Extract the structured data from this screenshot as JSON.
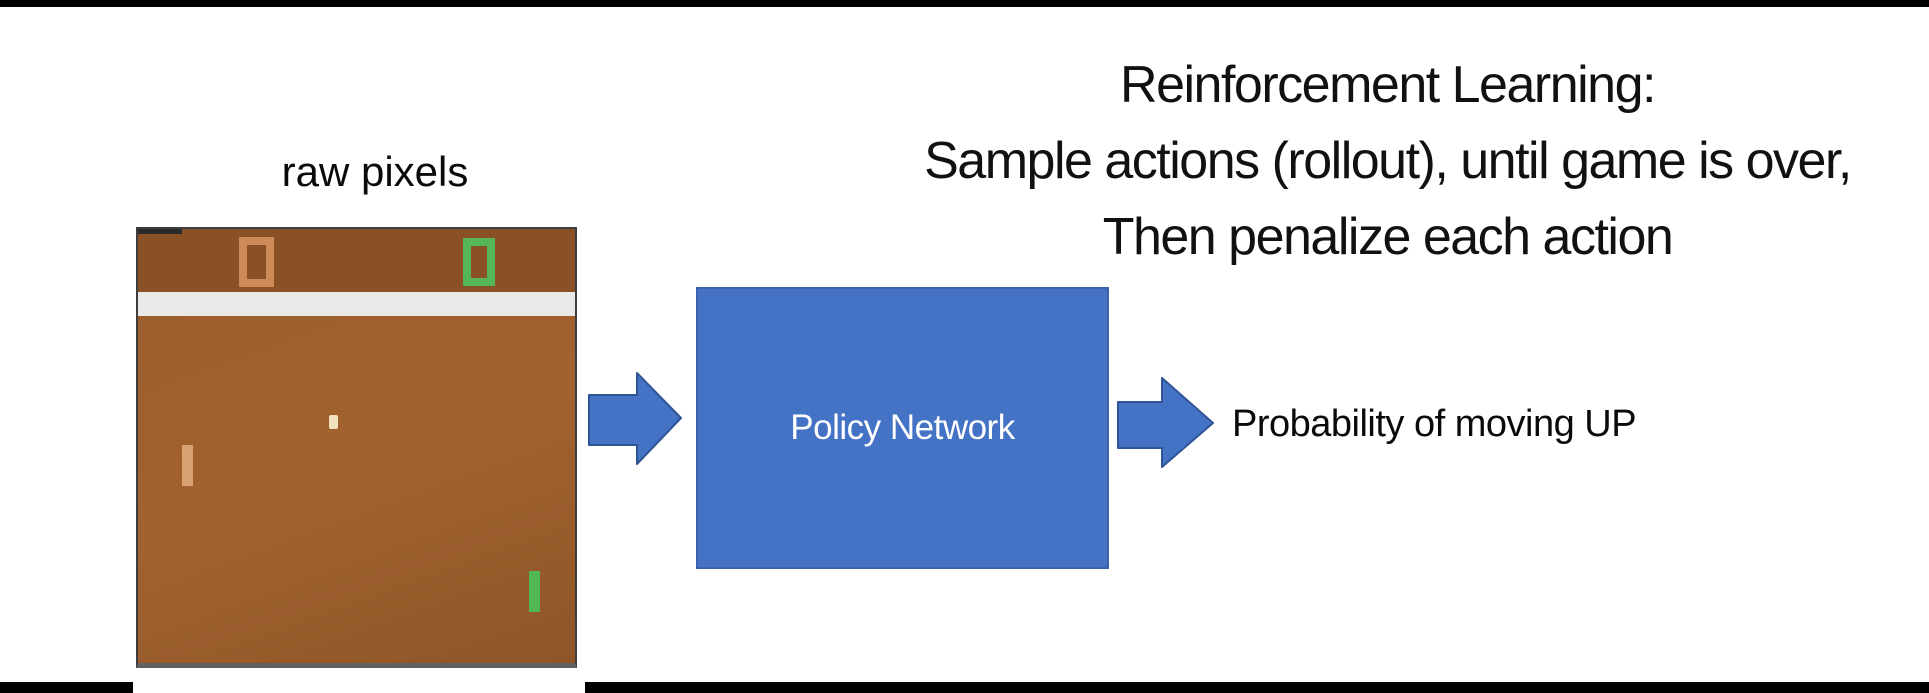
{
  "labels": {
    "raw_pixels": "raw pixels",
    "probability": "Probability of moving UP"
  },
  "title": {
    "line1": "Reinforcement Learning:",
    "line2": "Sample actions (rollout), until game is over,",
    "line3": "Then penalize each action"
  },
  "policy_box": {
    "label": "Policy Network",
    "fill": "#4472c4",
    "border": "#3a62ae",
    "text_color": "#ffffff"
  },
  "arrows": {
    "fill": "#4472c4",
    "stroke": "#2f5597"
  },
  "game": {
    "left_score": "0",
    "right_score": "0",
    "colors": {
      "score_band": "#8a5026",
      "wall_band": "#e9e9e7",
      "play_area": "#9a5b2b",
      "left_score_digit": "#cf8a5a",
      "right_score_digit": "#55b655",
      "ball": "#f0e1bf",
      "left_paddle": "#d9a273",
      "right_paddle": "#4fb855",
      "frame_border": "#3d3d3d"
    }
  },
  "decor": {
    "bar_color": "#000000"
  }
}
